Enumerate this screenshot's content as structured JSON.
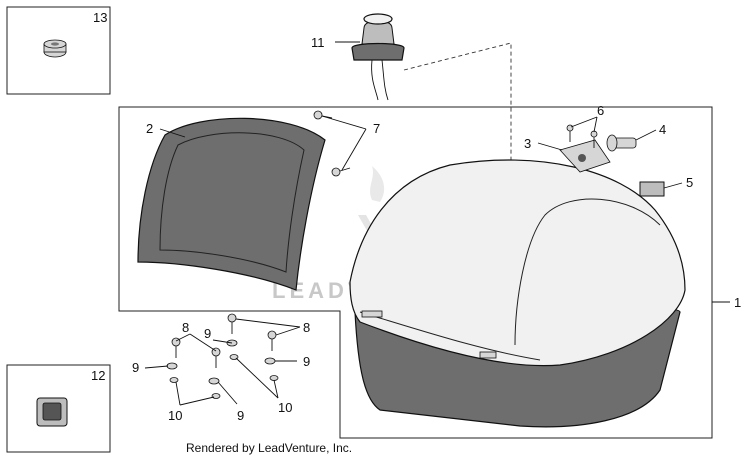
{
  "callouts": [
    "1",
    "2",
    "3",
    "4",
    "5",
    "6",
    "7",
    "8",
    "8",
    "9",
    "9",
    "9",
    "9",
    "10",
    "10",
    "11",
    "12",
    "13"
  ],
  "watermark": "LEADVENTURE",
  "credit": "Rendered by LeadVenture, Inc."
}
